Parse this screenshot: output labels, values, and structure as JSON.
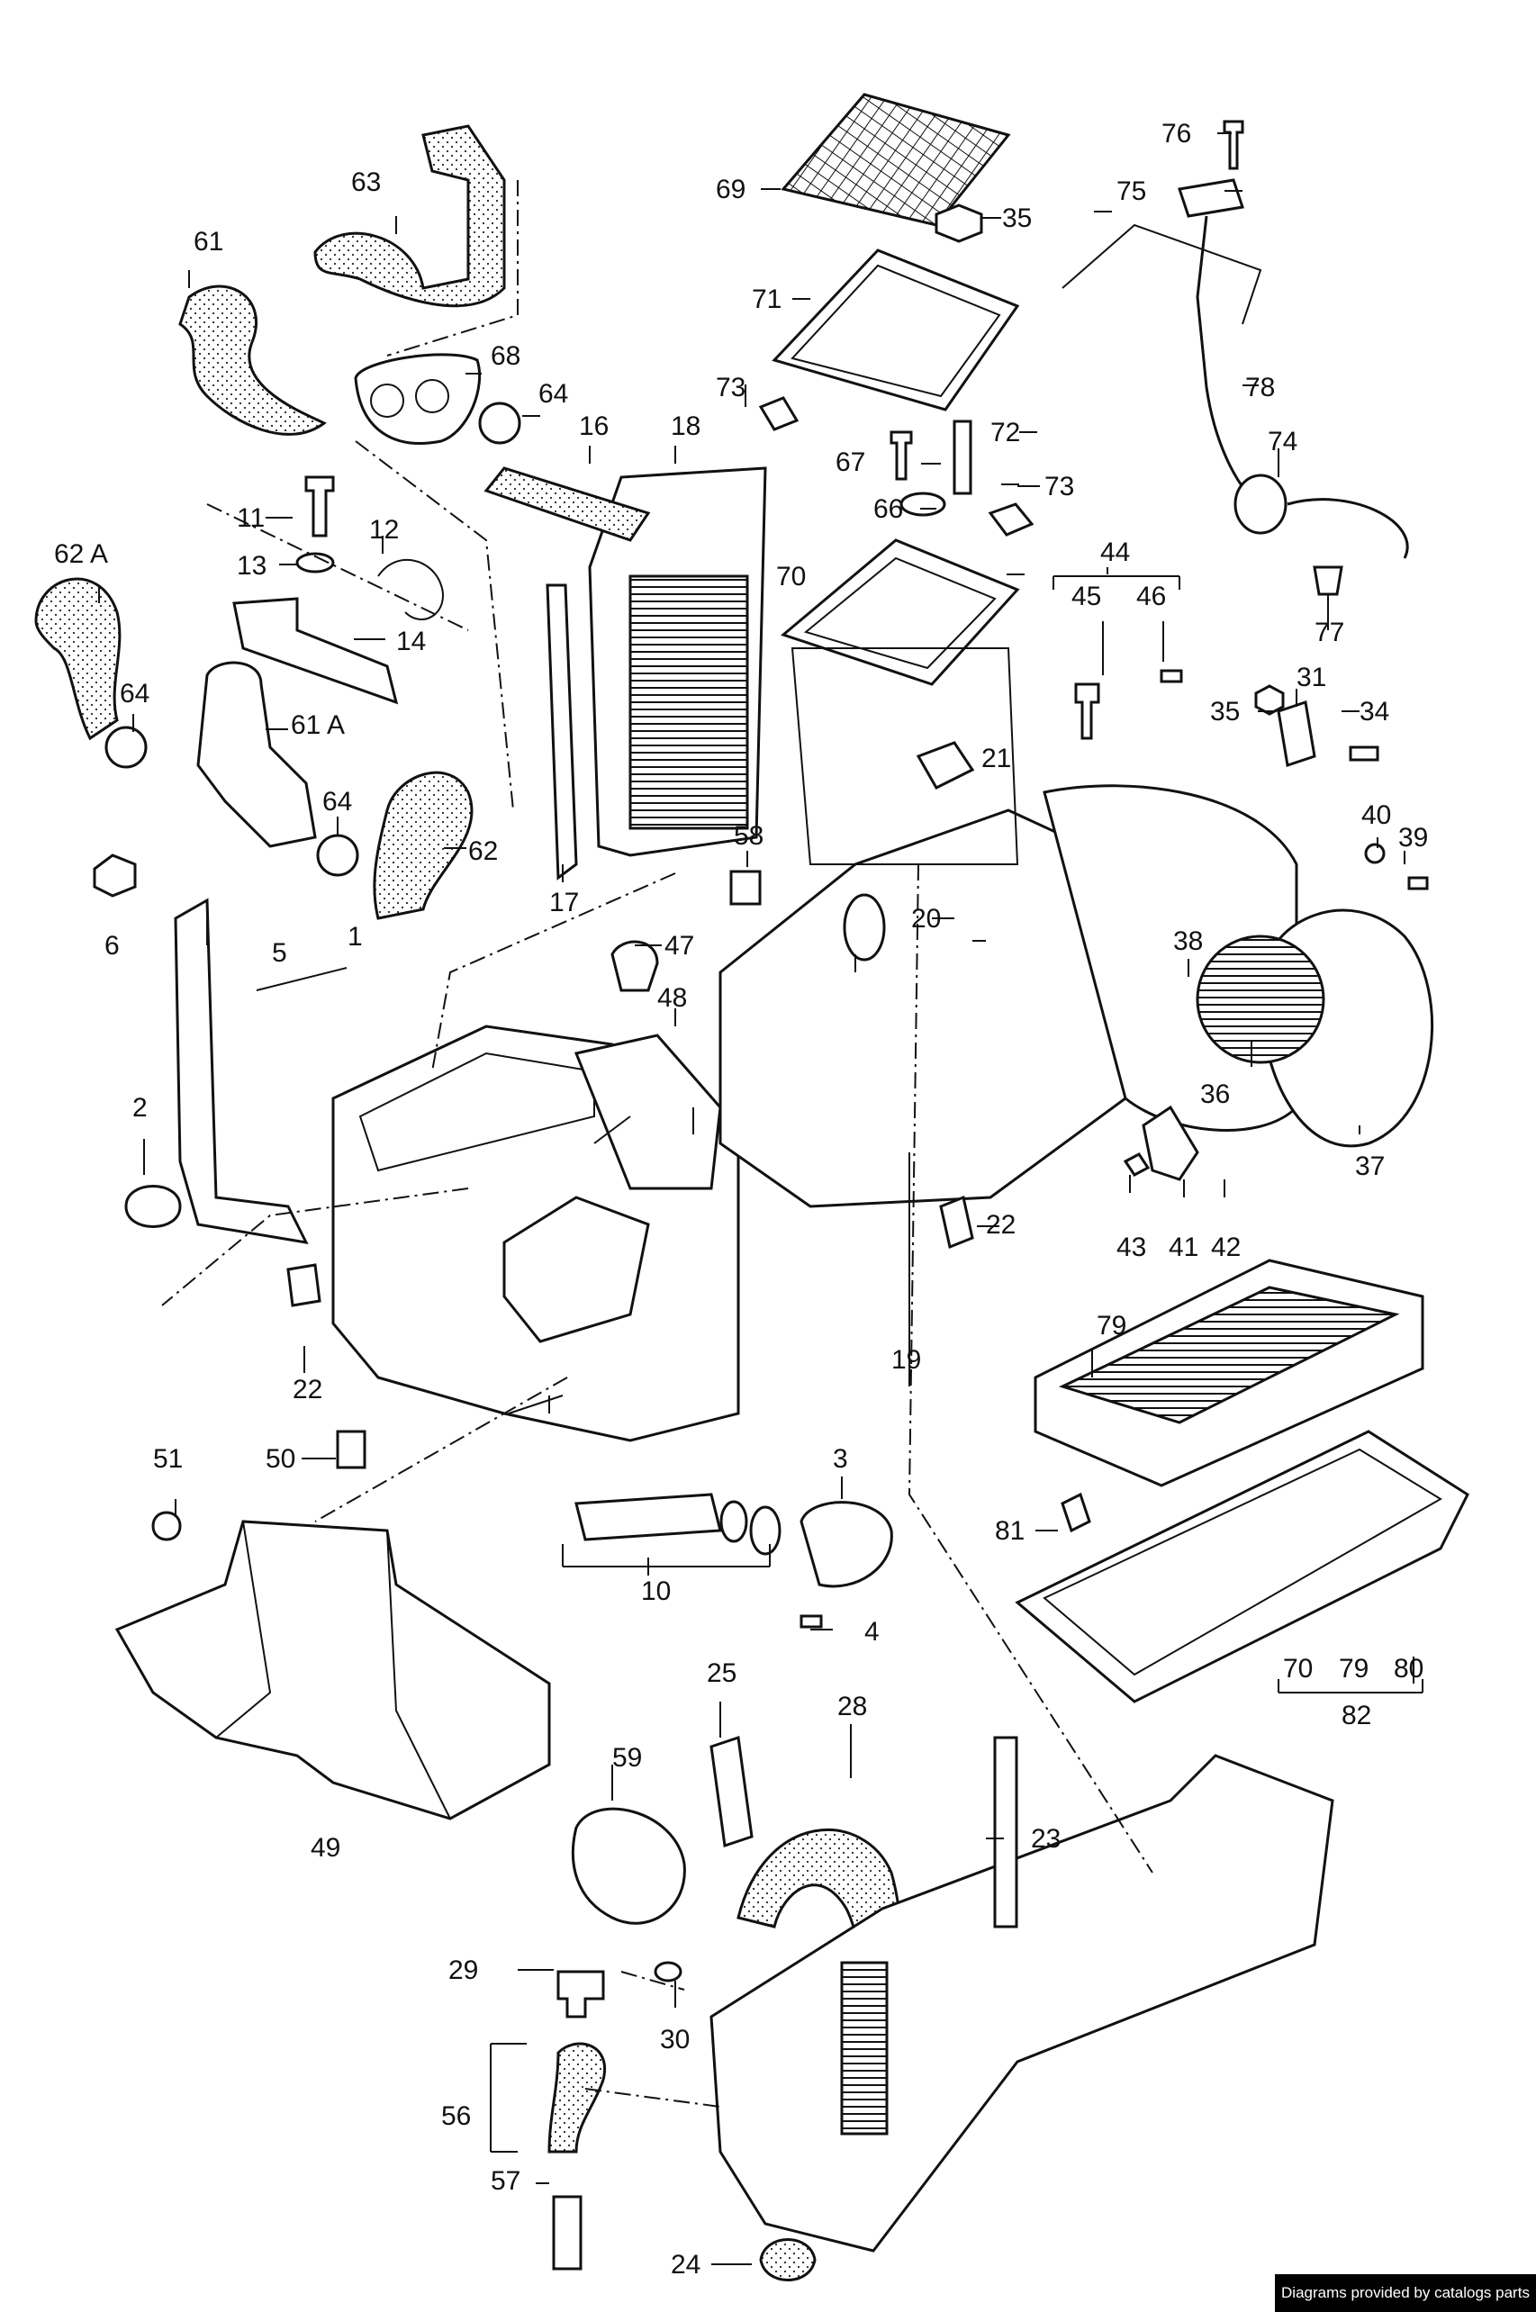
{
  "credit": "Diagrams provided by catalogs parts",
  "part_numbers": {
    "p1": "1",
    "p2": "2",
    "p3": "3",
    "p4": "4",
    "p5": "5",
    "p6": "6",
    "p10": "10",
    "p11": "11",
    "p12": "12",
    "p13": "13",
    "p14": "14",
    "p16": "16",
    "p17": "17",
    "p18": "18",
    "p19": "19",
    "p20": "20",
    "p21": "21",
    "p22a": "22",
    "p22b": "22",
    "p23": "23",
    "p24": "24",
    "p25": "25",
    "p28": "28",
    "p29": "29",
    "p30": "30",
    "p31": "31",
    "p34": "34",
    "p35a": "35",
    "p35b": "35",
    "p36": "36",
    "p37": "37",
    "p38": "38",
    "p39": "39",
    "p40": "40",
    "p41": "41",
    "p42": "42",
    "p43": "43",
    "p44": "44",
    "p45": "45",
    "p46": "46",
    "p47": "47",
    "p48": "48",
    "p49": "49",
    "p50": "50",
    "p51": "51",
    "p56": "56",
    "p57": "57",
    "p58": "58",
    "p59": "59",
    "p61": "61",
    "p61a": "61 A",
    "p62": "62",
    "p62a": "62 A",
    "p63": "63",
    "p64a": "64",
    "p64b": "64",
    "p64c": "64",
    "p66": "66",
    "p67": "67",
    "p68": "68",
    "p69": "69",
    "p70a": "70",
    "p70b": "70",
    "p71": "71",
    "p72": "72",
    "p73a": "73",
    "p73b": "73",
    "p74": "74",
    "p75": "75",
    "p76": "76",
    "p77": "77",
    "p78": "78",
    "p79a": "79",
    "p79b": "79",
    "p80": "80",
    "p81": "81",
    "p82": "82"
  }
}
